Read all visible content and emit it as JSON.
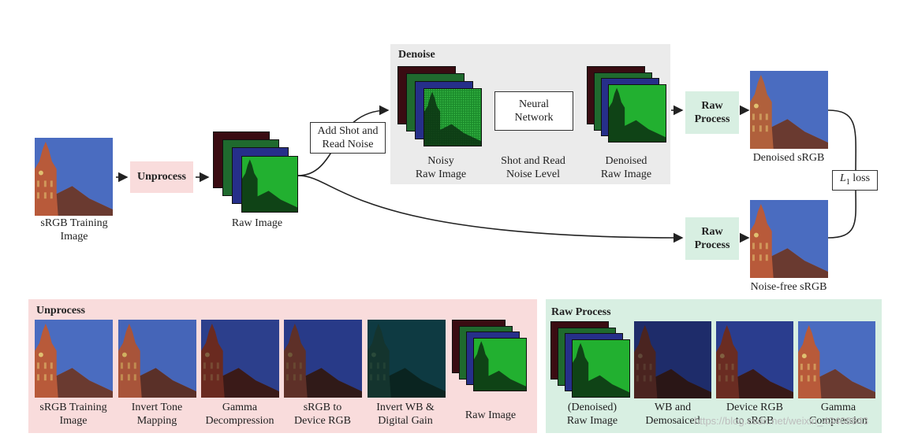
{
  "top": {
    "srgb_label_line1": "sRGB Training",
    "srgb_label_line2": "Image",
    "unprocess_label": "Unprocess",
    "raw_image_label": "Raw Image",
    "add_noise_line1": "Add Shot and",
    "add_noise_line2": "Read Noise",
    "denoise_title": "Denoise",
    "noisy_line1": "Noisy",
    "noisy_line2": "Raw Image",
    "network_line1": "Neural",
    "network_line2": "Network",
    "noise_level_line1": "Shot and Read",
    "noise_level_line2": "Noise Level",
    "denoised_line1": "Denoised",
    "denoised_line2": "Raw Image",
    "raw_process_top_line1": "Raw",
    "raw_process_top_line2": "Process",
    "raw_process_bottom_line1": "Raw",
    "raw_process_bottom_line2": "Process",
    "denoised_srgb_label": "Denoised sRGB",
    "noisefree_srgb_label": "Noise-free sRGB",
    "loss_L": "L",
    "loss_sub": "1",
    "loss_word": " loss"
  },
  "unprocess_panel": {
    "title": "Unprocess",
    "steps": [
      {
        "line1": "sRGB Training",
        "line2": "Image"
      },
      {
        "line1": "Invert Tone",
        "line2": "Mapping"
      },
      {
        "line1": "Gamma",
        "line2": "Decompression"
      },
      {
        "line1": "sRGB to",
        "line2": "Device RGB"
      },
      {
        "line1": "Invert WB &",
        "line2": "Digital Gain"
      },
      {
        "line1": "Raw Image",
        "line2": ""
      }
    ]
  },
  "raw_process_panel": {
    "title": "Raw Process",
    "steps": [
      {
        "line1": "(Denoised)",
        "line2": "Raw Image"
      },
      {
        "line1": "WB and",
        "line2": "Demosaiced"
      },
      {
        "line1": "Device RGB",
        "line2": "to sRGB"
      },
      {
        "line1": "Gamma",
        "line2": "Compression"
      }
    ]
  },
  "watermark": "https://blog.csdn.net/weixin_43409843",
  "colors": {
    "pink": "#f9dcdc",
    "mint": "#d8efe2",
    "denoise_bg": "#ebebeb",
    "sky": "#4a6cc0"
  }
}
